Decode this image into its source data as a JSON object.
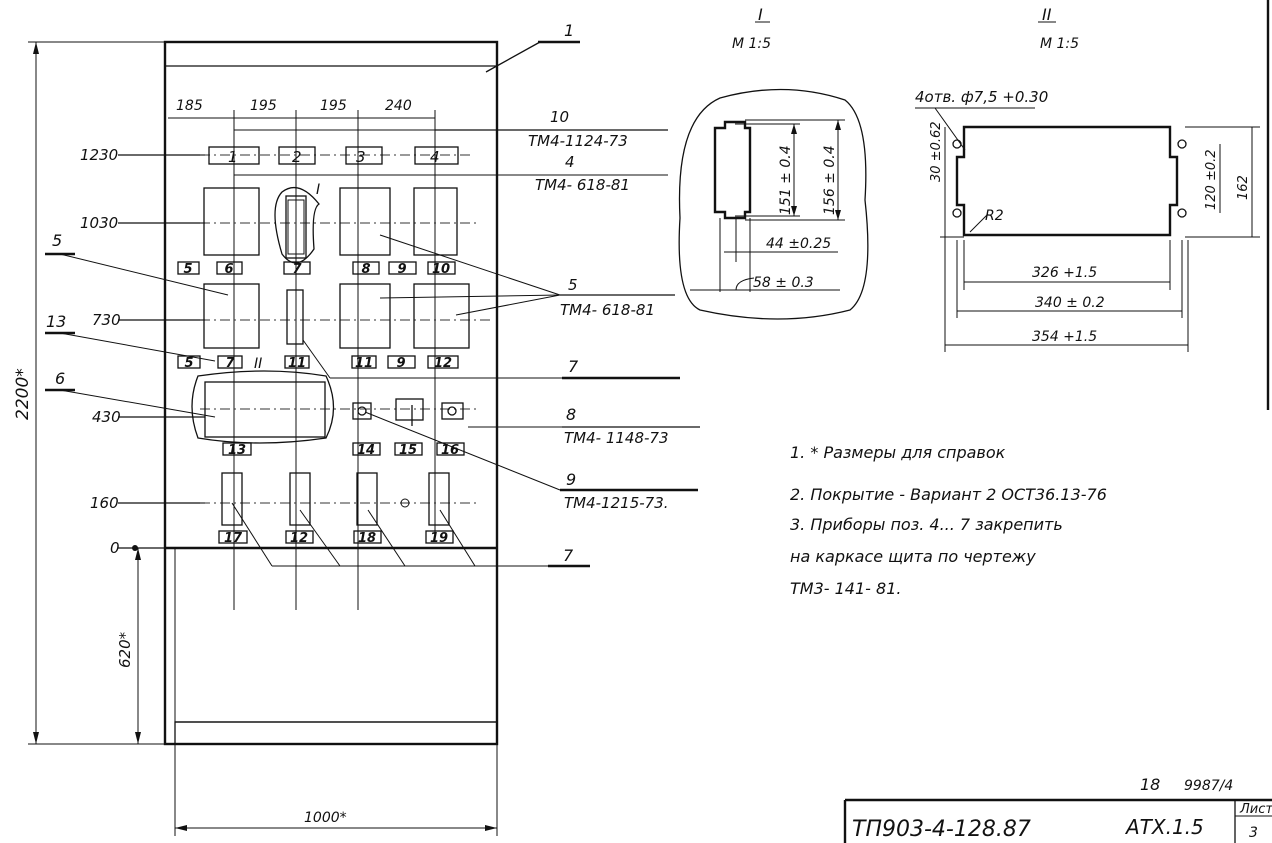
{
  "panel": {
    "overall_height": "2200*",
    "bottom_height": "620*",
    "width": "1000*",
    "col_dims": [
      "185",
      "195",
      "195",
      "240"
    ],
    "row_levels": [
      "1230",
      "1030",
      "730",
      "430",
      "160",
      "0"
    ],
    "meter_labels": [
      "1",
      "2",
      "3",
      "4"
    ],
    "labels_row1": [
      "5",
      "6",
      "7",
      "8",
      "9",
      "10"
    ],
    "labels_row2": [
      "5",
      "7",
      "11",
      "11",
      "9",
      "12"
    ],
    "labels_row3": [
      "13",
      "14",
      "15",
      "16"
    ],
    "labels_row4": [
      "17",
      "12",
      "18",
      "19"
    ],
    "view_mark_1": "I",
    "view_mark_2": "II"
  },
  "callouts": {
    "c1": "1",
    "c10_pos": "10",
    "c10_doc": "ТМ4-1124-73",
    "c4_pos": "4",
    "c4_doc": "ТМ4- 618-81",
    "c5_left": "5",
    "c5_pos": "5",
    "c5_doc": "ТМ4- 618-81",
    "c13": "13",
    "c6": "6",
    "c7a": "7",
    "c8_pos": "8",
    "c8_doc": "ТМ4- 1148-73",
    "c9_pos": "9",
    "c9_doc": "ТМ4-1215-73.",
    "c7b": "7"
  },
  "detail_I": {
    "title": "I",
    "scale": "М 1:5",
    "dim_a": "151 ± 0.4",
    "dim_b": "156 ± 0.4",
    "dim_c": "44 ±0.25",
    "dim_d": "58 ± 0.3"
  },
  "detail_II": {
    "title": "II",
    "scale": "М 1:5",
    "holes": "4отв. ф7,5 +0.30",
    "dim_left": "30 ±0.62",
    "dim_r": "R2",
    "dim_right_a": "120 ±0.2",
    "dim_right_b": "162",
    "dim_w1": "326 +1.5",
    "dim_w2": "340 ± 0.2",
    "dim_w3": "354 +1.5"
  },
  "notes": [
    "1. * Размеры для справок",
    "2. Покрытие - Вариант 2 ОСТ36.13-76",
    "3. Приборы поз. 4... 7 закрепить",
    "на каркасе щита по чертежу",
    "ТМ3- 141- 81."
  ],
  "title_block": {
    "sheet_no": "18",
    "archive_no": "9987/4",
    "doc_code": "ТП903-4-128.87",
    "doc_id": "АТХ.1.5",
    "sheet_label": "Лист",
    "sheet": "3"
  }
}
